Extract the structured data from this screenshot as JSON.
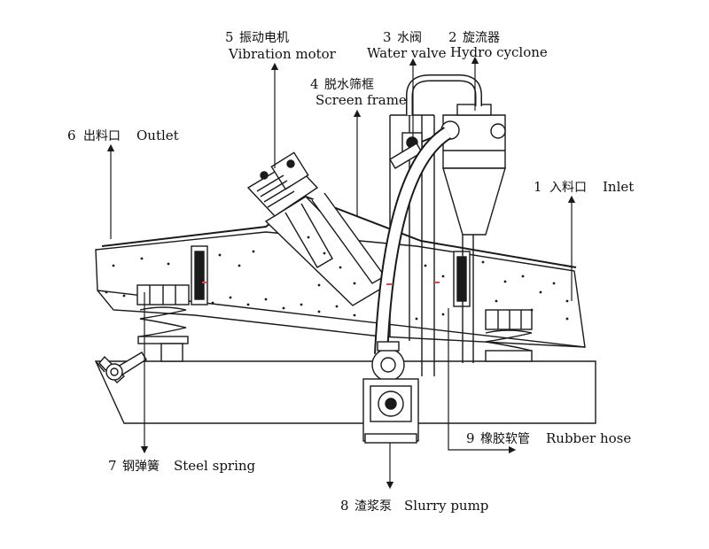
{
  "diagram": {
    "colors": {
      "line": "#1a1a1a",
      "background": "#ffffff",
      "accent_red": "#d94a4a"
    },
    "callouts": [
      {
        "id": "inlet",
        "number": "1",
        "cn": "入料口",
        "en": "Inlet"
      },
      {
        "id": "hydro-cyclone",
        "number": "2",
        "cn": "旋流器",
        "en": "Hydro cyclone"
      },
      {
        "id": "water-valve",
        "number": "3",
        "cn": "水阀",
        "en": "Water valve"
      },
      {
        "id": "screen-frame",
        "number": "4",
        "cn": "脱水筛框",
        "en": "Screen frame"
      },
      {
        "id": "vibration-motor",
        "number": "5",
        "cn": "振动电机",
        "en": "Vibration motor"
      },
      {
        "id": "outlet",
        "number": "6",
        "cn": "出料口",
        "en": "Outlet"
      },
      {
        "id": "steel-spring",
        "number": "7",
        "cn": "钢弹簧",
        "en": "Steel spring"
      },
      {
        "id": "slurry-pump",
        "number": "8",
        "cn": "渣浆泵",
        "en": "Slurry pump"
      },
      {
        "id": "rubber-hose",
        "number": "9",
        "cn": "橡胶软管",
        "en": "Rubber hose"
      }
    ]
  }
}
